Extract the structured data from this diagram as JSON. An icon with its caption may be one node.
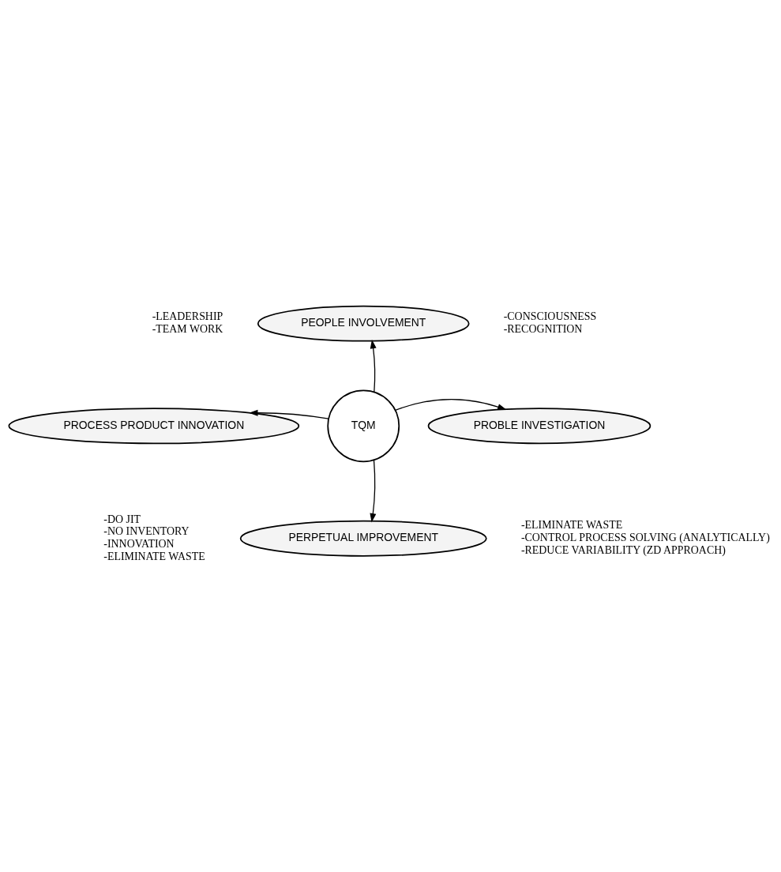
{
  "diagram": {
    "nodes": [
      {
        "text": [
          "PEOPLE INVOLVEMENT"
        ]
      },
      {
        "text": [
          "PROCESS PRODUCT INNOVATION"
        ]
      },
      {
        "text": [
          "PROBLE INVESTIGATION"
        ]
      },
      {
        "text": [
          "TQM"
        ]
      },
      {
        "text": [
          "PERPETUAL IMPROVEMENT"
        ]
      }
    ],
    "edges": [
      {
        "from": 3,
        "to": 0,
        "arrow": "to"
      },
      {
        "from": 3,
        "to": 1,
        "arrow": "to"
      },
      {
        "from": 3,
        "to": 2,
        "arrow": "to"
      },
      {
        "from": 3,
        "to": 4,
        "arrow": "to"
      }
    ],
    "labels": [
      "-LEADERSHIP",
      "-TEAM WORK",
      "-CONSCIOUSNESS",
      "-RECOGNITION",
      "-DO JIT",
      "-NO INVENTORY",
      "-INNOVATION",
      "-ELIMINATE WASTE",
      "-ELIMINATE WASTE",
      "-CONTROL PROCESS SOLVING (ANALYTICALLY)",
      "-REDUCE VARIABILITY (ZD APPROACH)"
    ]
  }
}
